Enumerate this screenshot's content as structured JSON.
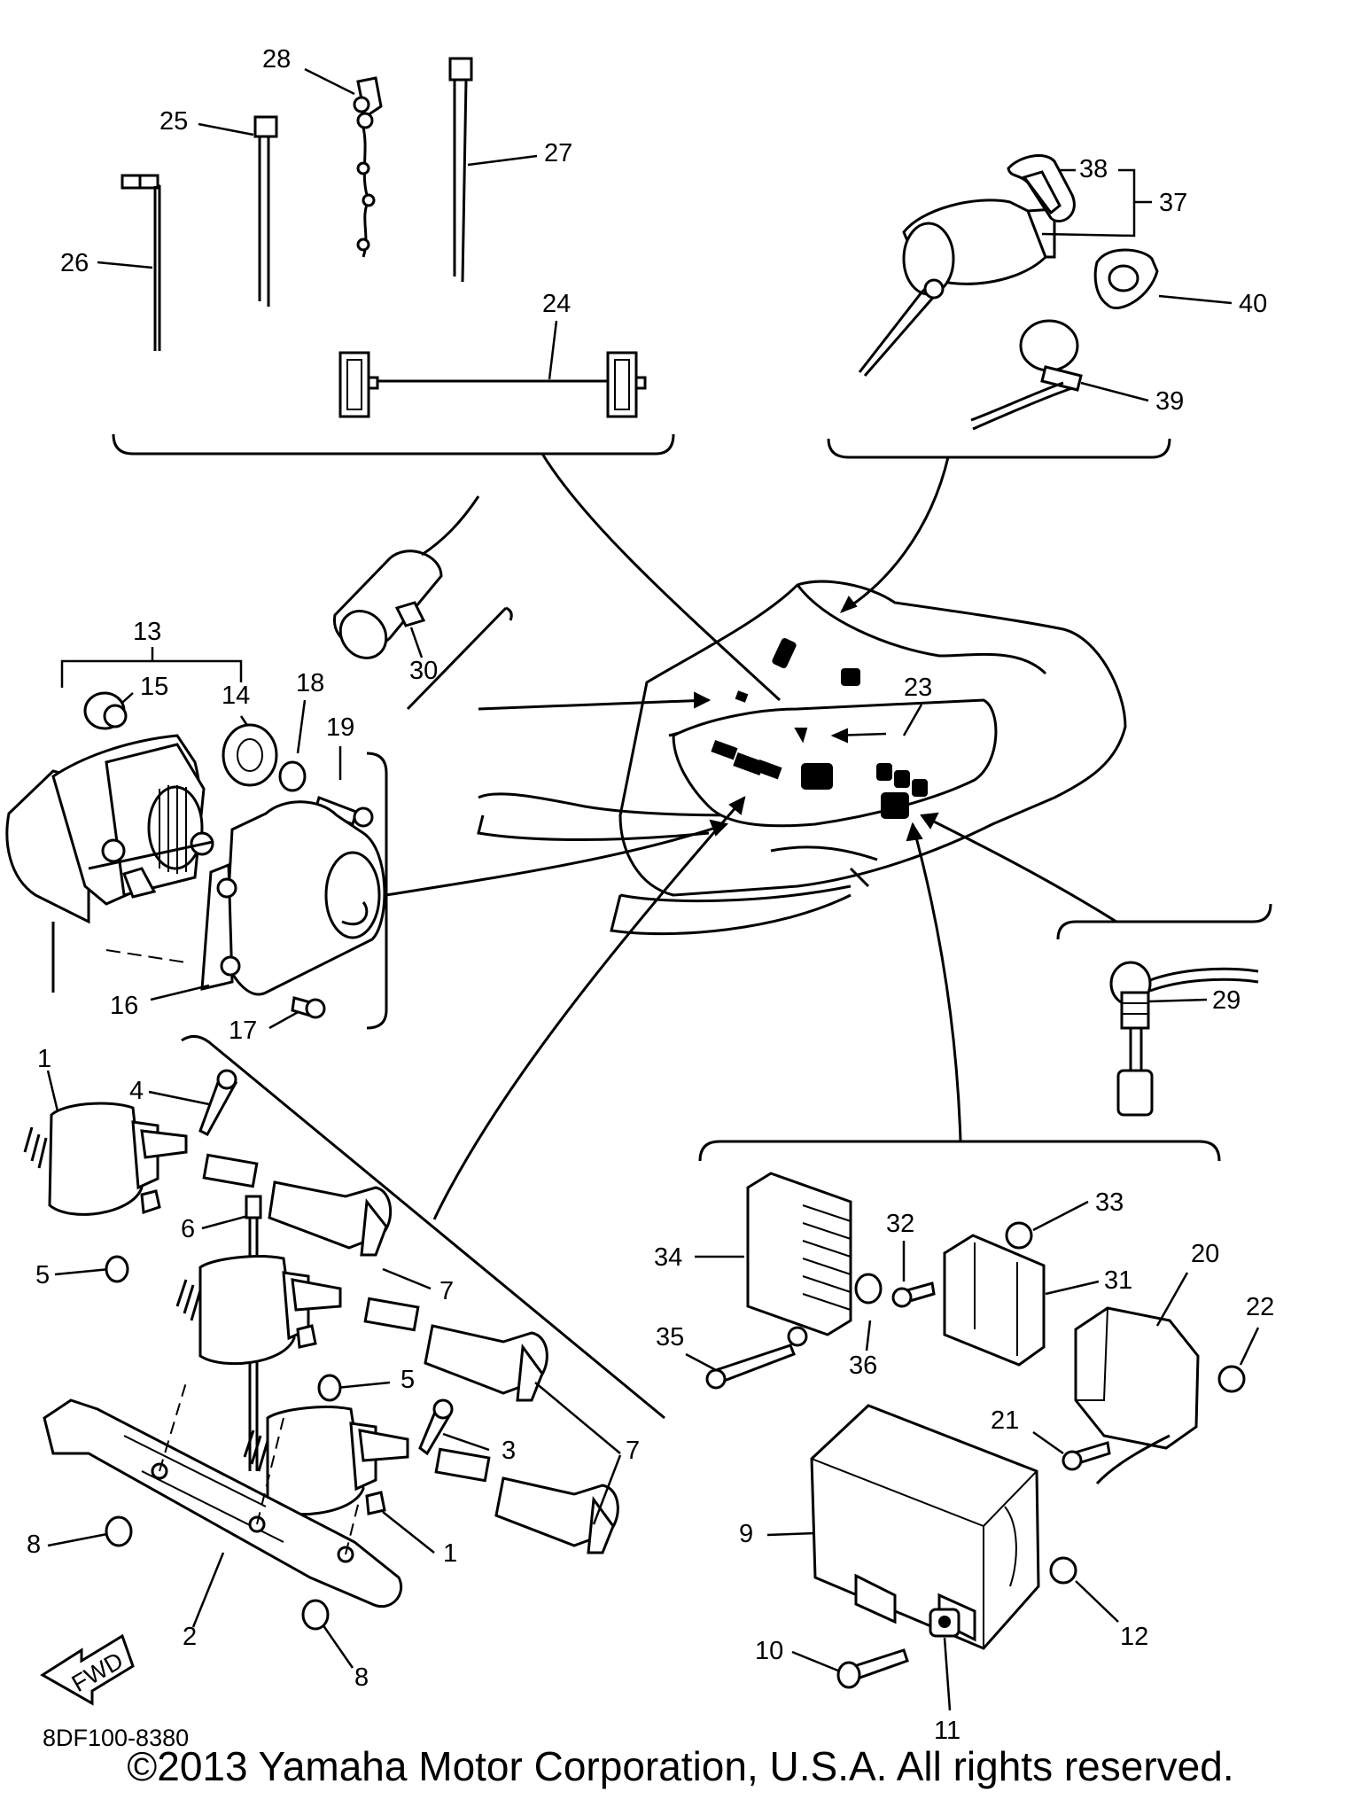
{
  "diagram": {
    "drawing_code": "8DF100-8380",
    "direction_tag": "FWD",
    "callouts": [
      "1",
      "2",
      "3",
      "4",
      "5",
      "6",
      "7",
      "8",
      "9",
      "10",
      "11",
      "12",
      "13",
      "14",
      "15",
      "16",
      "17",
      "18",
      "19",
      "20",
      "21",
      "22",
      "23",
      "24",
      "25",
      "26",
      "27",
      "28",
      "29",
      "30",
      "31",
      "32",
      "33",
      "34",
      "35",
      "36",
      "37",
      "38",
      "39",
      "40"
    ]
  },
  "footer": {
    "copyright": "©2013 Yamaha Motor Corporation, U.S.A. All rights reserved."
  }
}
